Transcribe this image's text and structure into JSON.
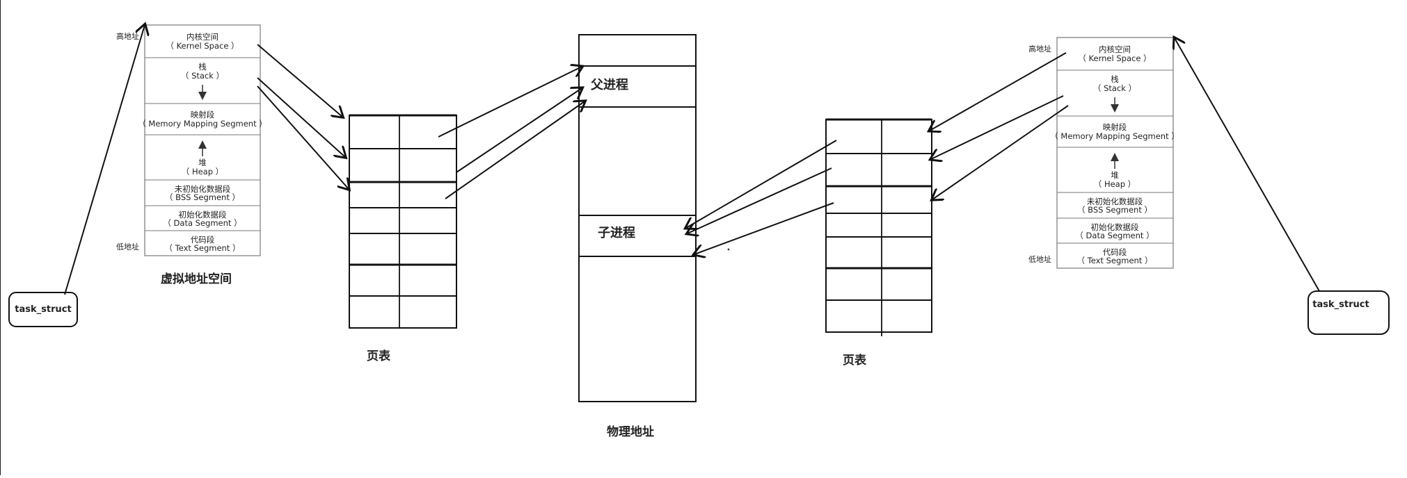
{
  "left_space": {
    "high_addr": "高地址",
    "low_addr": "低地址",
    "segments": [
      [
        "内核空间",
        "（ Kernel Space ）"
      ],
      [
        "栈",
        "（ Stack ）"
      ],
      [
        "映射段",
        "（ Memory Mapping Segment ）"
      ],
      [
        "堆",
        "（ Heap ）"
      ],
      [
        "未初始化数据段",
        "（ BSS Segment ）"
      ],
      [
        "初始化数据段",
        "（ Data Segment ）"
      ],
      [
        "代码段",
        "（ Text Segment ）"
      ]
    ],
    "caption": "虚拟地址空间"
  },
  "right_space": {
    "high_addr": "高地址",
    "low_addr": "低地址",
    "segments": [
      [
        "内核空间",
        "（ Kernel Space ）"
      ],
      [
        "栈",
        "（ Stack ）"
      ],
      [
        "映射段",
        "（ Memory Mapping Segment ）"
      ],
      [
        "堆",
        "（ Heap ）"
      ],
      [
        "未初始化数据段",
        "（ BSS Segment ）"
      ],
      [
        "初始化数据段",
        "（ Data Segment ）"
      ],
      [
        "代码段",
        "（ Text Segment ）"
      ]
    ]
  },
  "left_task": "task_struct",
  "right_task": "task_struct",
  "left_page_table": "页表",
  "right_page_table": "页表",
  "physical": {
    "parent": "父进程",
    "child": "子进程",
    "caption": "物理地址"
  }
}
